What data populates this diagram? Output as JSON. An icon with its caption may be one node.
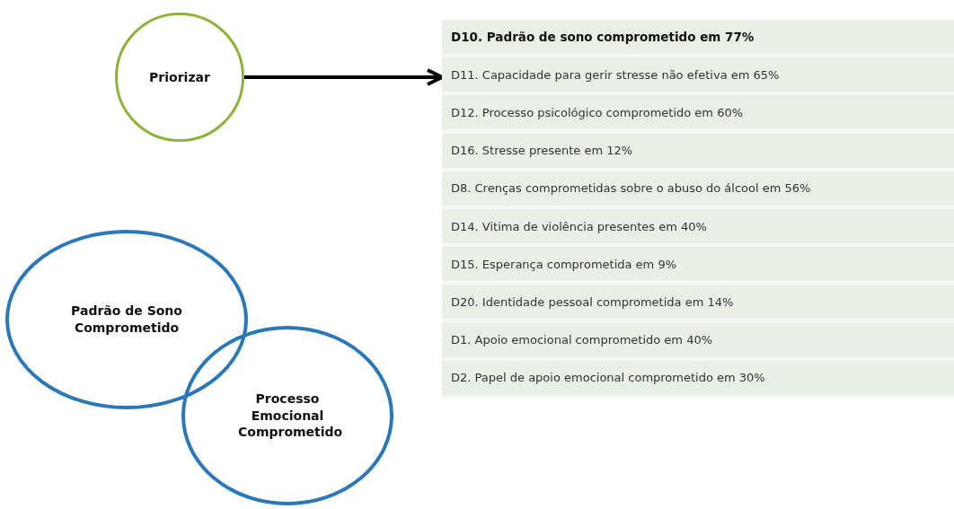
{
  "diagram": {
    "nodes": [
      {
        "text": [
          "Priorizar"
        ]
      },
      {
        "text": [],
        "shape": "box"
      },
      {
        "text": [
          "D10. Padrão de sono comprometido em 77%"
        ],
        "in": 1
      },
      {
        "text": [
          "D11. Capacidade para gerir stresse não efetiva em 65%"
        ],
        "in": 1
      },
      {
        "text": [
          "D12. Processo psicológico comprometido em 60%"
        ],
        "in": 1
      },
      {
        "text": [
          "D16. Stresse presente em 12%"
        ],
        "in": 1
      },
      {
        "text": [
          "D8. Crenças comprometidas sobre o abuso do álcool em 56%"
        ],
        "in": 1
      },
      {
        "text": [
          "D14. Vitima de violência presentes em 40%"
        ],
        "in": 1
      },
      {
        "text": [
          "D15. Esperança comprometida em 9%"
        ],
        "in": 1
      },
      {
        "text": [
          "D20. Identidade pessoal comprometida em 14%"
        ],
        "in": 1
      },
      {
        "text": [
          "D1. Apoio emocional comprometido em 40%"
        ],
        "in": 1
      },
      {
        "text": [
          "D2. Papel de apoio emocional comprometido em 30%"
        ],
        "in": 1
      },
      {
        "text": [
          "Padrão de Sono Comprometido"
        ]
      },
      {
        "text": [
          "Processo Emocional Comprometido"
        ]
      }
    ],
    "edges": [
      {
        "from": 0,
        "to": 1,
        "arrow": "to"
      }
    ]
  }
}
